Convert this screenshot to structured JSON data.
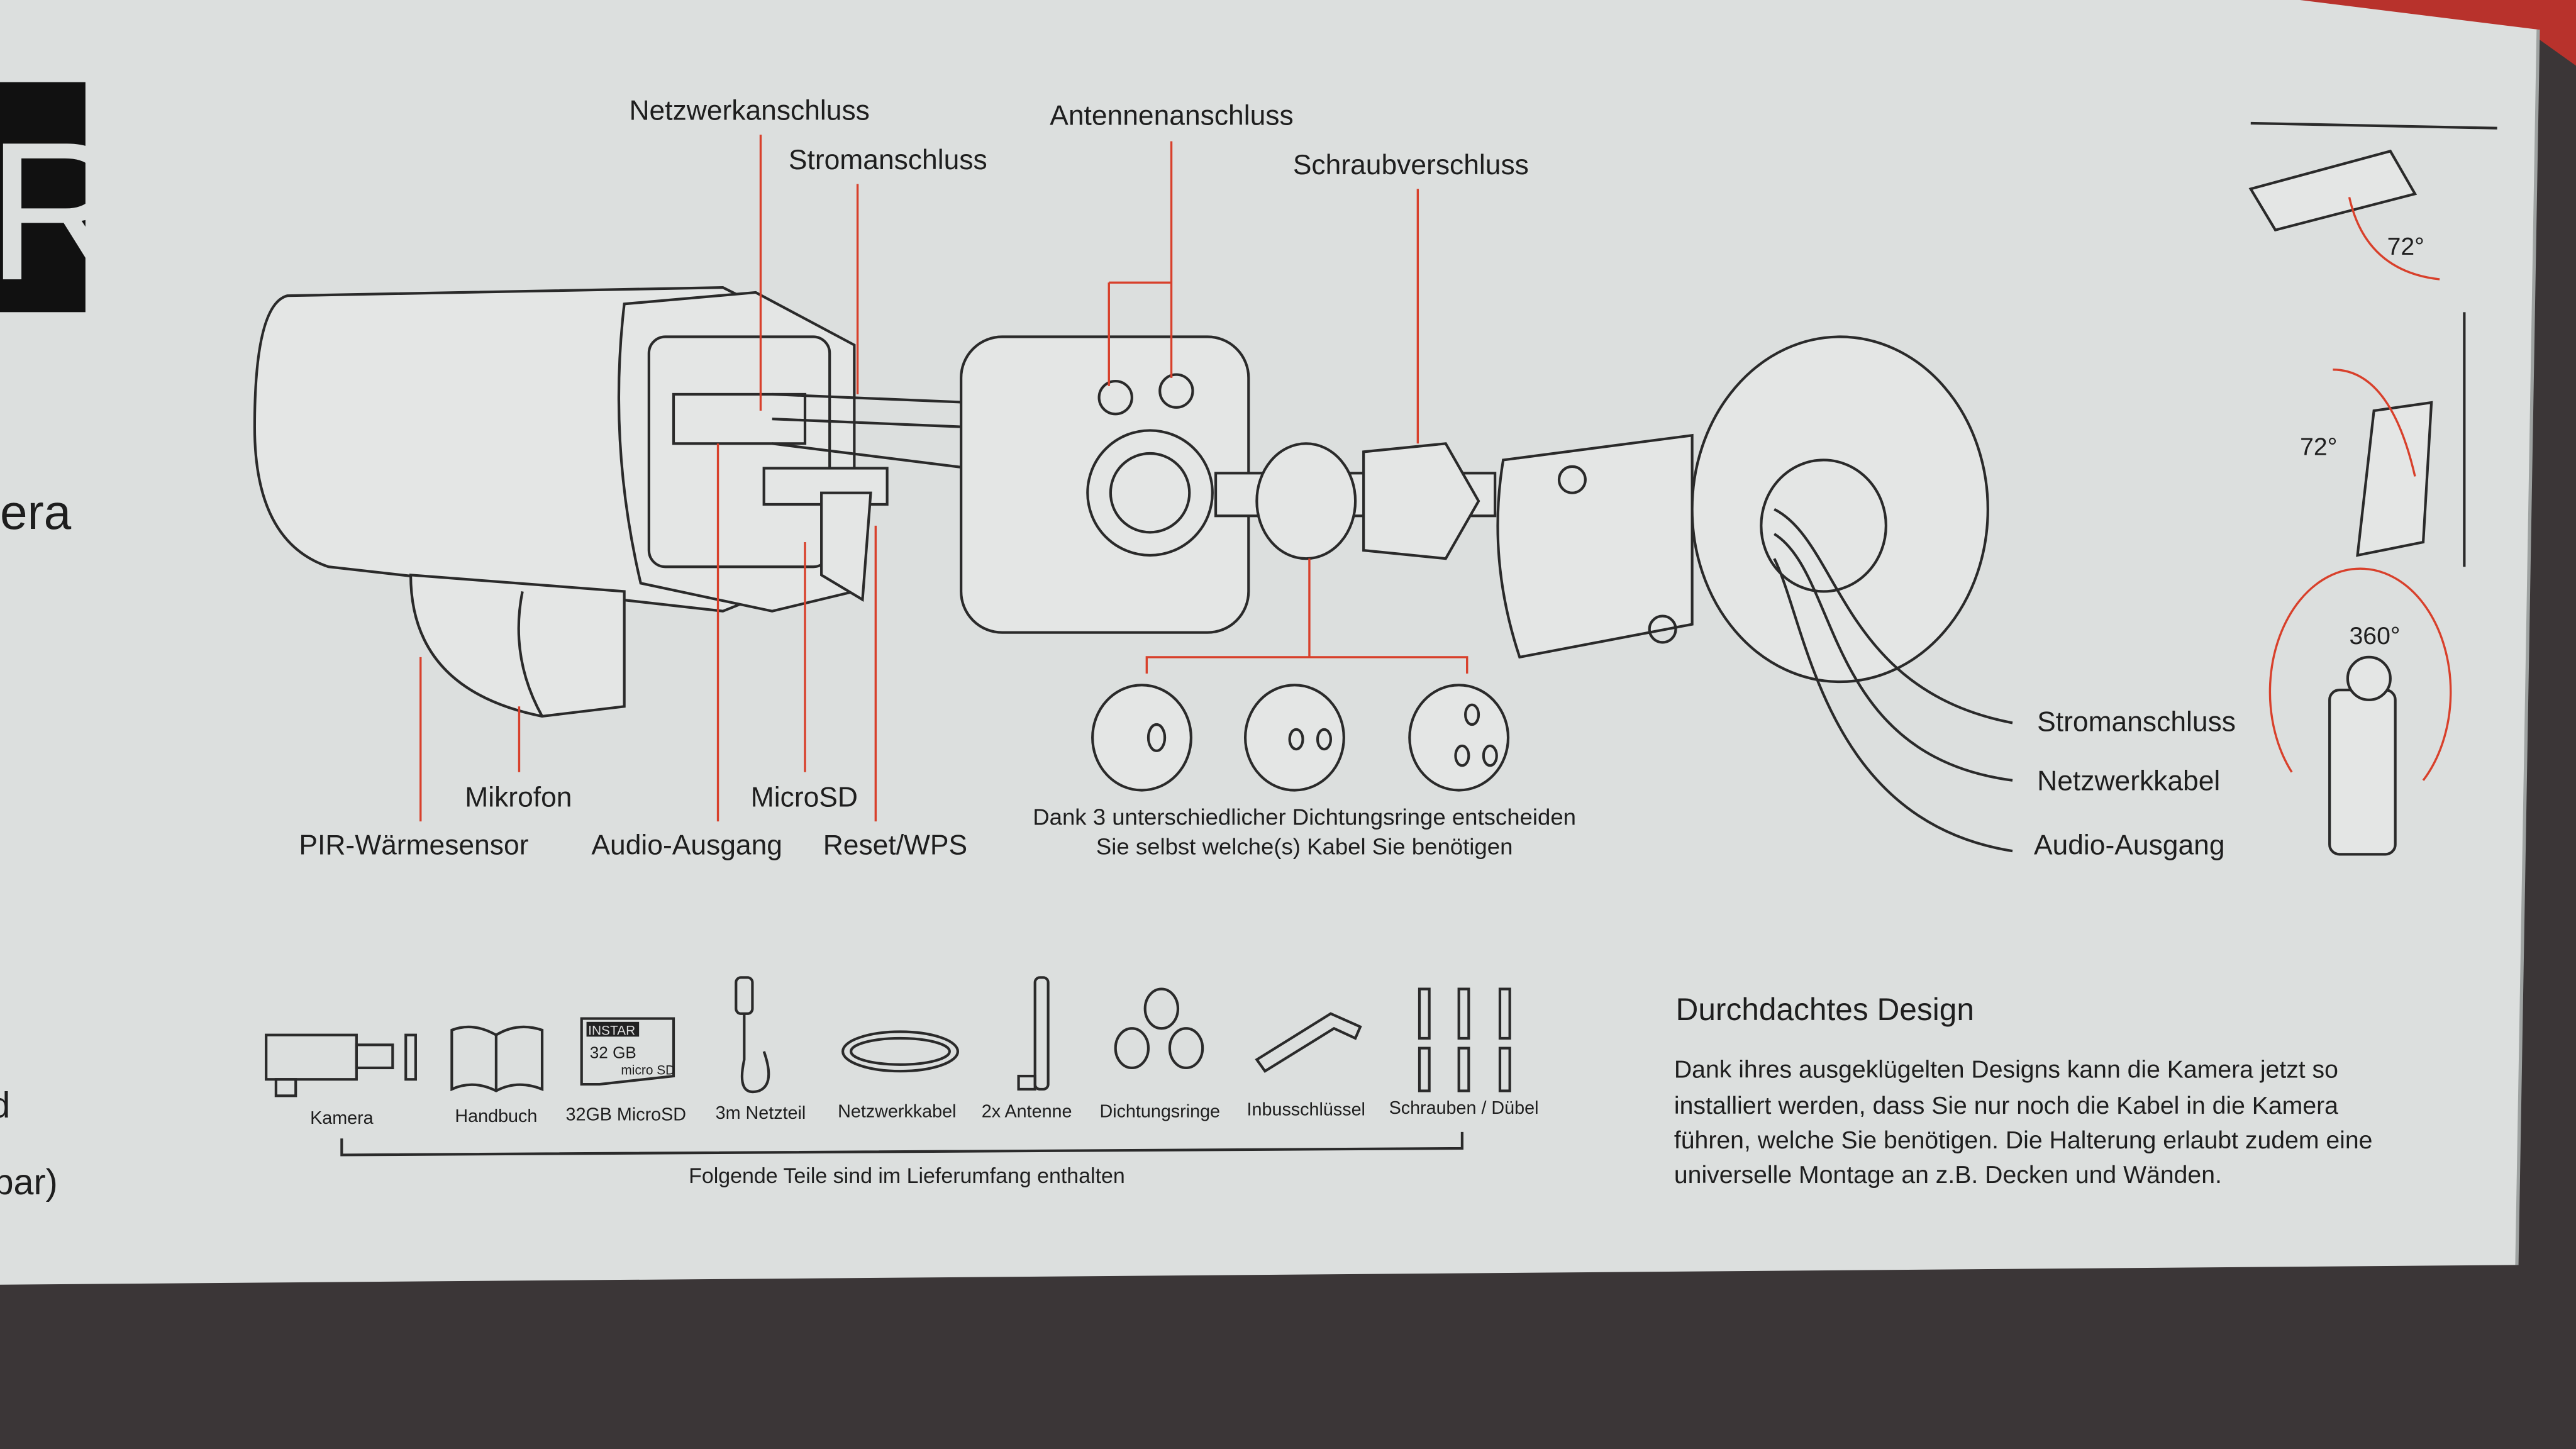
{
  "left_panel": {
    "logo_letter": "R",
    "fragments": [
      "era",
      ")",
      "d",
      "par)"
    ]
  },
  "diagram": {
    "top_labels": [
      "Netzwerkanschluss",
      "Stromanschluss",
      "Antennenanschluss",
      "Schraubverschluss"
    ],
    "bottom_labels": [
      "Mikrofon",
      "PIR-Wärmesensor",
      "Audio-Ausgang",
      "MicroSD",
      "Reset/WPS"
    ],
    "cable_labels": [
      "Stromanschluss",
      "Netzwerkkabel",
      "Audio-Ausgang"
    ],
    "seal_caption": [
      "Dank 3 unterschiedlicher Dichtungsringe entscheiden",
      "Sie selbst welche(s) Kabel Sie benötigen"
    ],
    "angles": [
      "72°",
      "72°",
      "360°"
    ]
  },
  "contents": {
    "items": [
      "Kamera",
      "Handbuch",
      "32GB MicroSD",
      "3m Netzteil",
      "Netzwerkkabel",
      "2x Antenne",
      "Dichtungsringe",
      "Inbusschlüssel",
      "Schrauben / Dübel"
    ],
    "sd_card": {
      "brand": "INSTAR",
      "capacity": "32 GB",
      "type": "micro SD"
    },
    "caption": "Folgende Teile sind im Lieferumfang enthalten"
  },
  "design": {
    "title": "Durchdachtes Design",
    "lines": [
      "Dank ihres ausgeklügelten Designs kann die Kamera jetzt so",
      "installiert werden, dass Sie nur noch die Kabel in die Kamera",
      "führen, welche Sie benötigen. Die Halterung erlaubt zudem eine",
      "universelle Montage an z.B. Decken und Wänden."
    ]
  },
  "colors": {
    "accent": "#d8402b",
    "box": "#dcdfde",
    "table": "#3b3637",
    "edge": "#b8322c"
  }
}
